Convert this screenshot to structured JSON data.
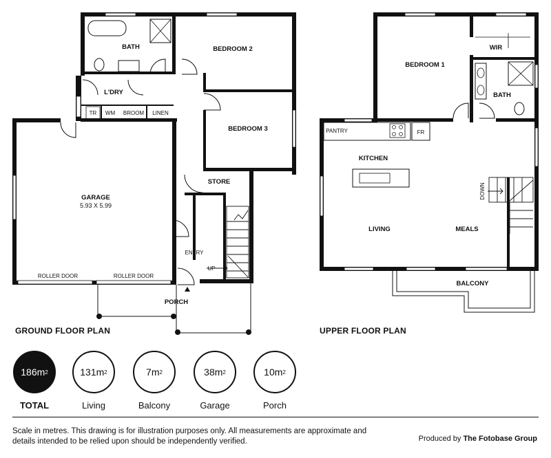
{
  "ground_floor": {
    "title": "GROUND FLOOR PLAN",
    "rooms": {
      "bath": "BATH",
      "bedroom2": "BEDROOM 2",
      "laundry": "L'DRY",
      "bedroom3": "BEDROOM 3",
      "garage": "GARAGE",
      "garage_dims": "5.93 X 5.99",
      "store": "STORE",
      "entry": "ENTRY",
      "porch": "PORCH"
    },
    "fixtures": {
      "tr": "TR",
      "wm": "WM",
      "broom": "BROOM",
      "linen": "LINEN",
      "roller_door_1": "ROLLER DOOR",
      "roller_door_2": "ROLLER DOOR",
      "up": "UP"
    }
  },
  "upper_floor": {
    "title": "UPPER FLOOR PLAN",
    "rooms": {
      "bedroom1": "BEDROOM 1",
      "wir": "WIR",
      "bath": "BATH",
      "kitchen": "KITCHEN",
      "living": "LIVING",
      "meals": "MEALS",
      "balcony": "BALCONY"
    },
    "fixtures": {
      "pantry": "PANTRY",
      "fridge": "FR",
      "down": "DOWN"
    }
  },
  "areas": [
    {
      "value": "186m",
      "sup": "2",
      "label": "TOTAL",
      "highlight": true
    },
    {
      "value": "131m",
      "sup": "2",
      "label": "Living",
      "highlight": false
    },
    {
      "value": "7m",
      "sup": "2",
      "label": "Balcony",
      "highlight": false
    },
    {
      "value": "38m",
      "sup": "2",
      "label": "Garage",
      "highlight": false
    },
    {
      "value": "10m",
      "sup": "2",
      "label": "Porch",
      "highlight": false
    }
  ],
  "footer": {
    "disclaimer": "Scale in metres. This drawing is for illustration purposes only. All measurements are approximate and details intended to be relied upon should be independently verified.",
    "credit_prefix": "Produced by",
    "credit_company": "The Fotobase Group"
  }
}
